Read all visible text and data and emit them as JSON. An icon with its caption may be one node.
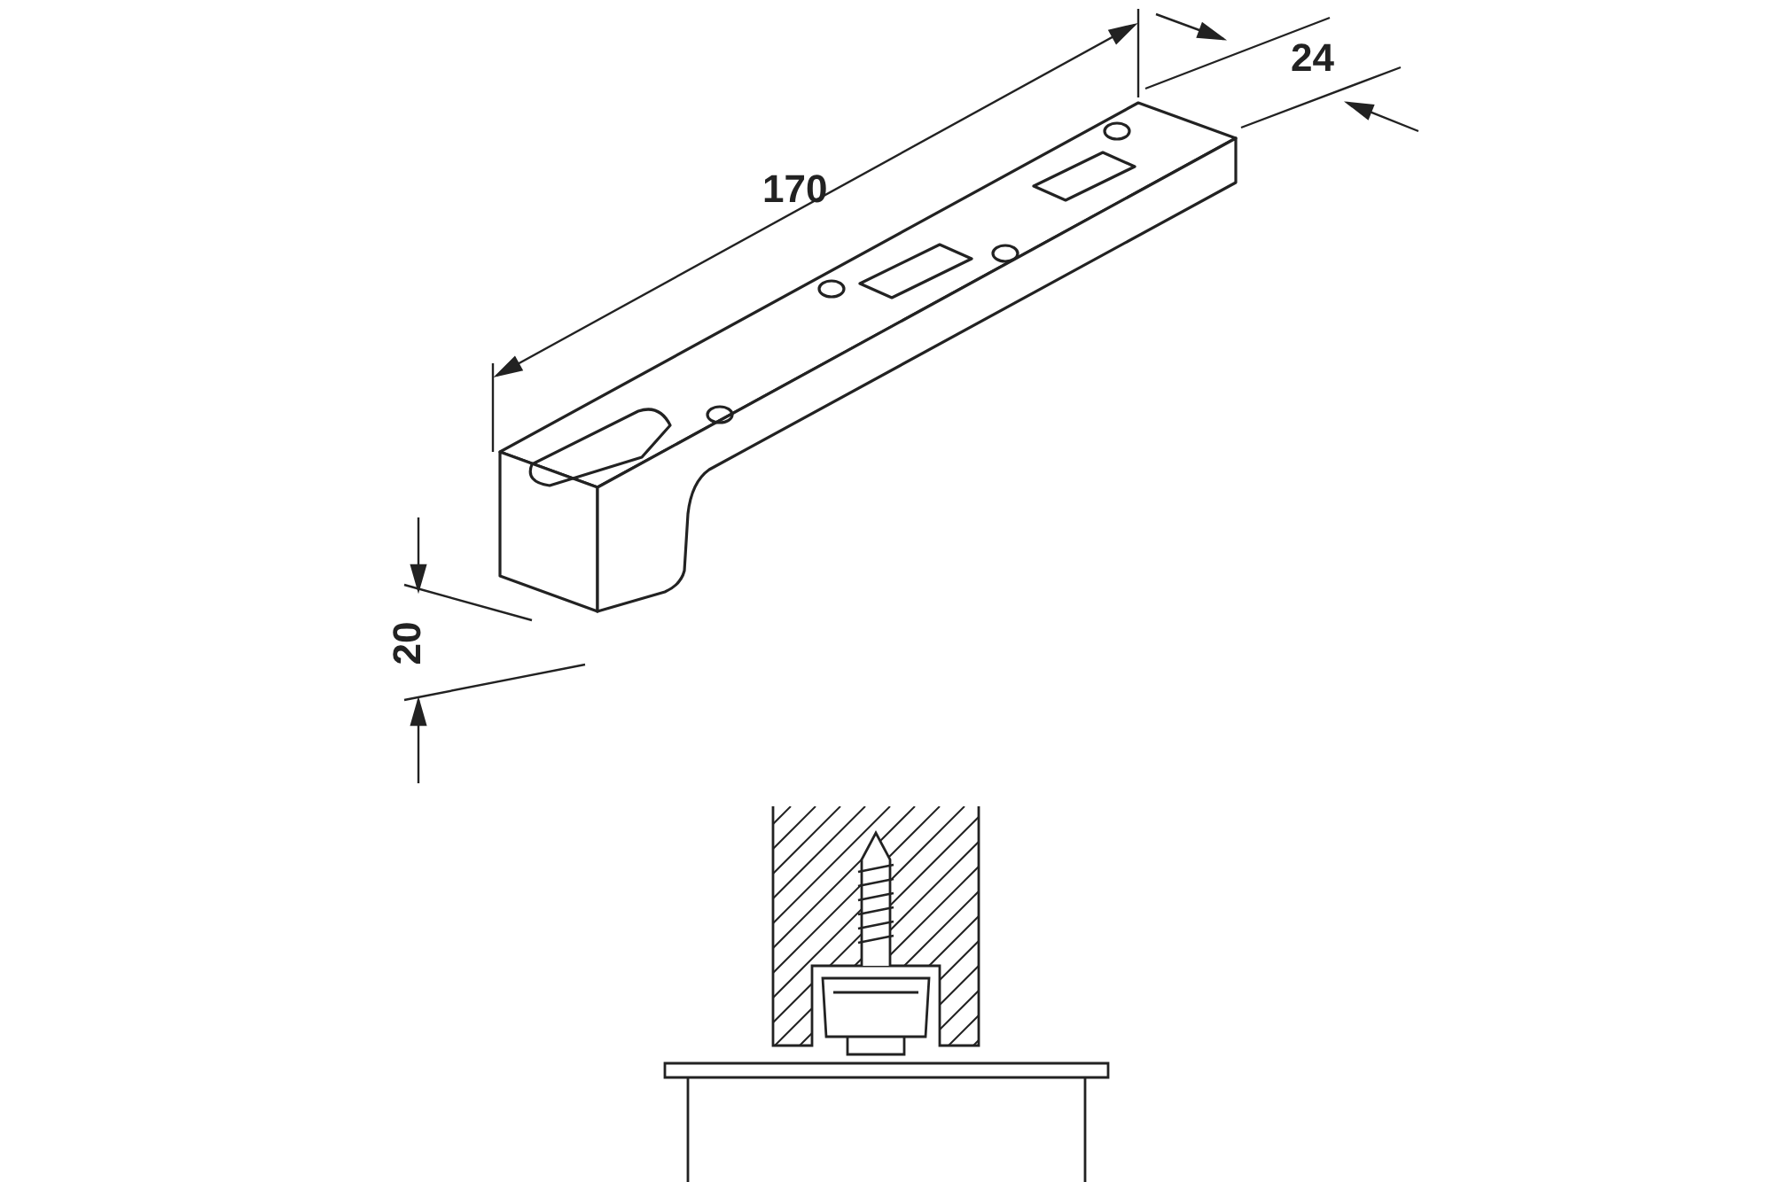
{
  "diagram": {
    "labels": [
      "170",
      "24",
      "20"
    ]
  }
}
